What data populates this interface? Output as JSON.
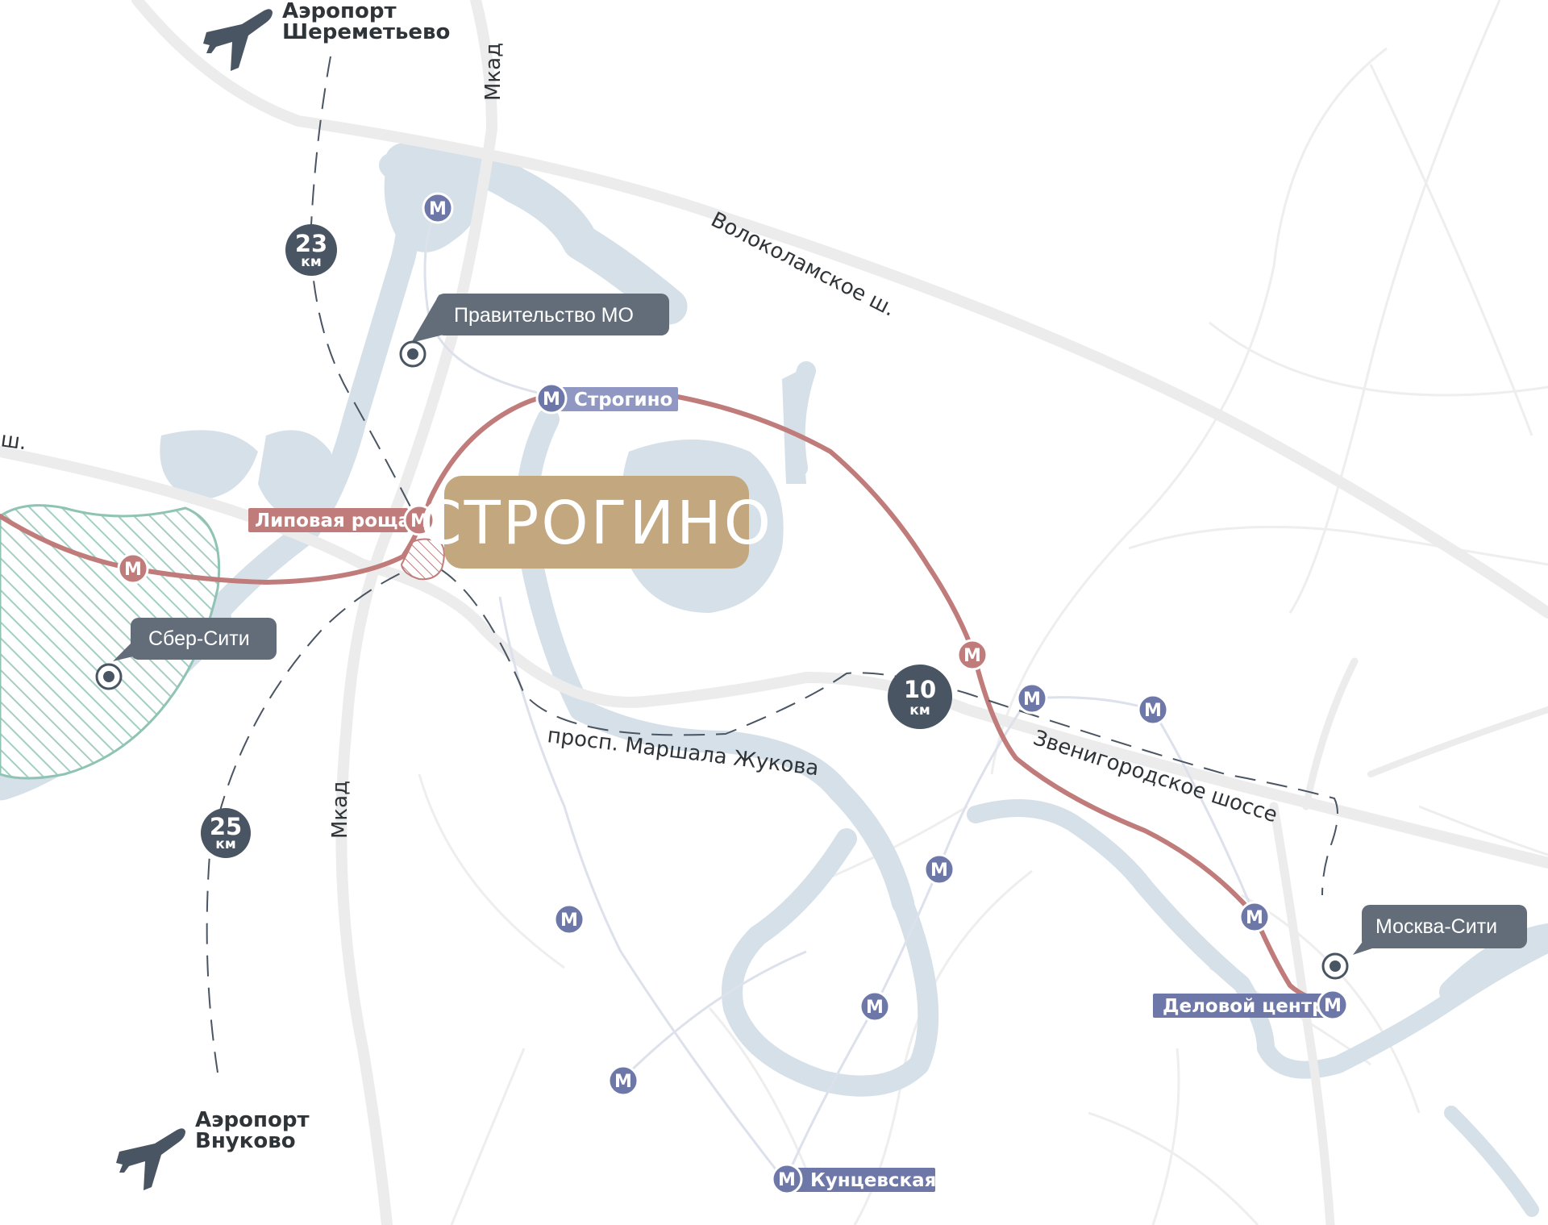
{
  "colors": {
    "water": "#d5e0e8",
    "road": "#ececec",
    "red_line": "#c07c7a",
    "metro_blue": "#6d77a8",
    "metro_red": "#c07c7a",
    "callout": "#626d79",
    "km_badge": "#4a5563",
    "logo": "#c2a77f",
    "park": "#a3cfc2"
  },
  "project": {
    "name": "СТРОГИНО"
  },
  "airports": [
    {
      "line1": "Аэропорт",
      "line2": "Шереметьево",
      "icon": "airplane-icon"
    },
    {
      "line1": "Аэропорт",
      "line2": "Внуково",
      "icon": "airplane-icon"
    }
  ],
  "distances": [
    {
      "value": "23",
      "unit": "км"
    },
    {
      "value": "25",
      "unit": "км"
    },
    {
      "value": "10",
      "unit": "км"
    }
  ],
  "roads": {
    "mkad_top": "Мкад",
    "mkad_bottom": "Мкад",
    "volokolamskoe": "Волоколамское ш.",
    "zhukova": "просп. Маршала Жукова",
    "zvenigorodskoe": "Звенигородское шоссе",
    "left_edge": "ш."
  },
  "callouts": {
    "government": "Правительство МО",
    "sber": "Сбер-Сити",
    "moscow_city": "Москва-Сити"
  },
  "stations": {
    "strogino": "Строгино",
    "lipovaya": "Липовая роща",
    "delovoy": "Деловой центр",
    "kuntsevskaya": "Кунцевская"
  },
  "metro_glyph": "М"
}
